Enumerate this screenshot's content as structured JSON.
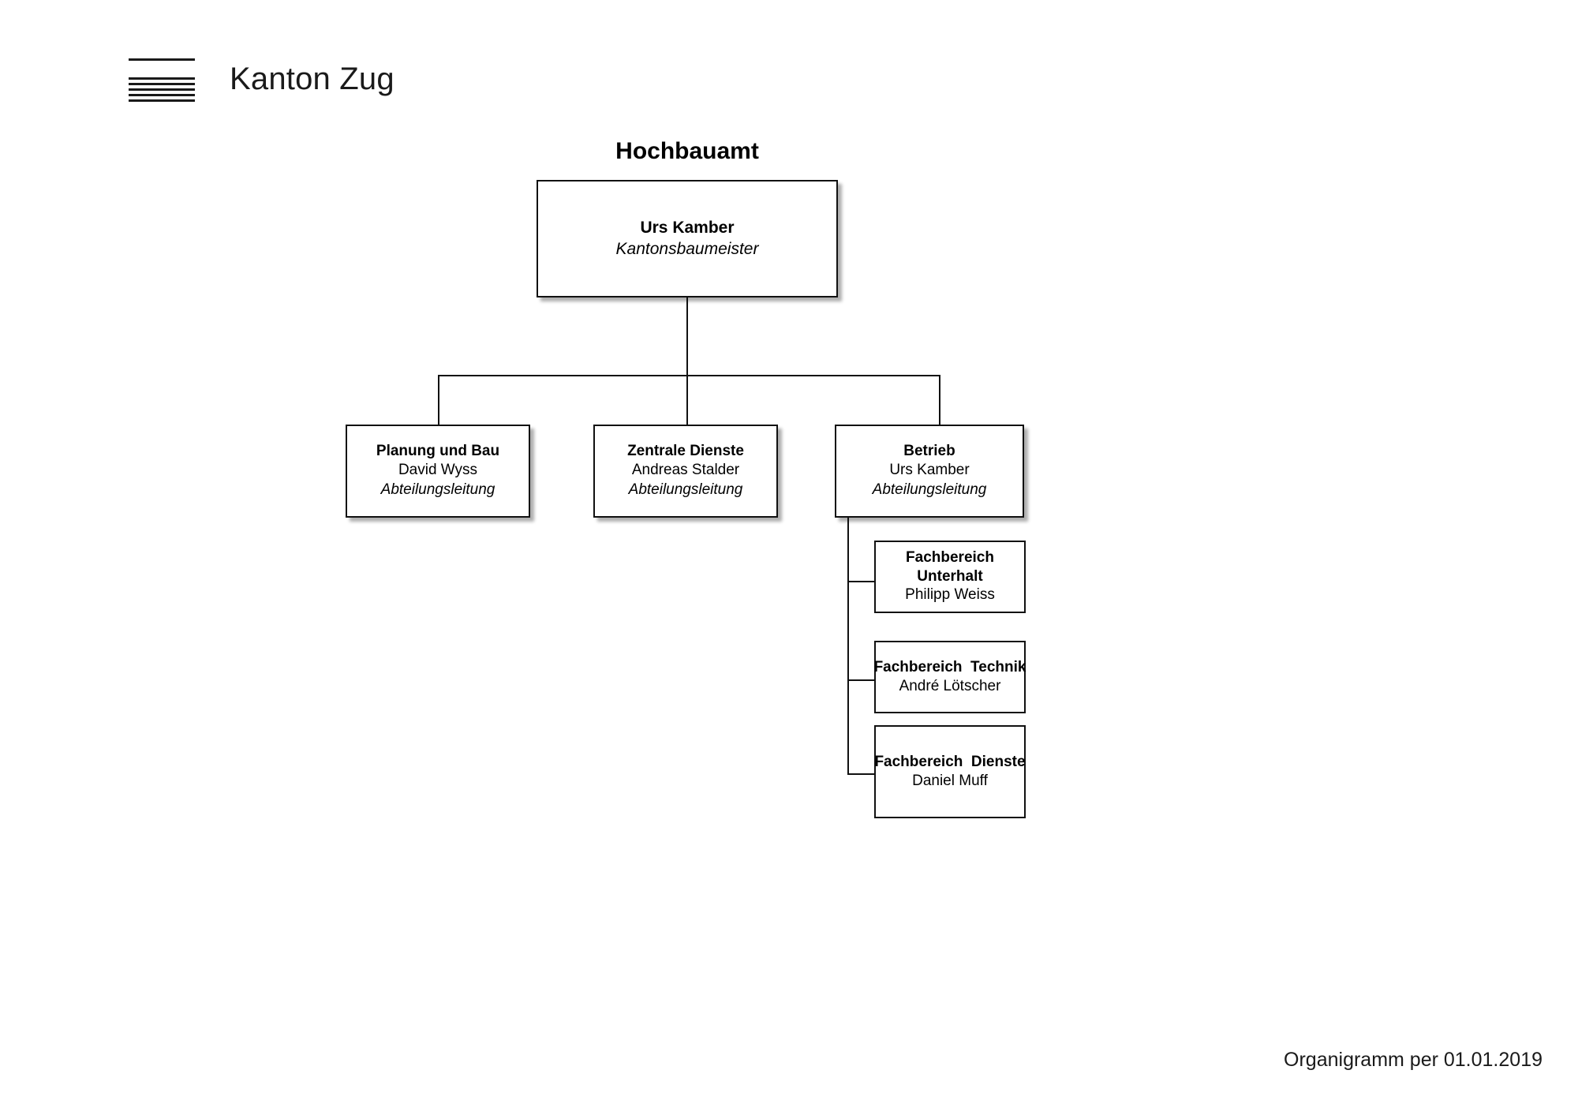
{
  "brand": {
    "name": "Kanton Zug",
    "logo_icon": "kanton-zug-lines-logo"
  },
  "chart": {
    "title": "Hochbauamt",
    "root": {
      "person": "Urs Kamber",
      "role": "Kantonsbaumeister"
    },
    "divisions": [
      {
        "title": "Planung und Bau",
        "person": "David Wyss",
        "role": "Abteilungsleitung"
      },
      {
        "title": "Zentrale Dienste",
        "person": "Andreas Stalder",
        "role": "Abteilungsleitung"
      },
      {
        "title": "Betrieb",
        "person": "Urs Kamber",
        "role": "Abteilungsleitung"
      }
    ],
    "units": [
      {
        "title": "Fachbereich\nUnterhalt",
        "person": "Philipp Weiss"
      },
      {
        "title": "Fachbereich  Technik",
        "person": "André Lötscher"
      },
      {
        "title": "Fachbereich  Dienste",
        "person": "Daniel Muff"
      }
    ]
  },
  "footer": {
    "note": "Organigramm per 01.01.2019"
  },
  "colors": {
    "line": "#111111",
    "text": "#000000",
    "background": "#ffffff"
  }
}
